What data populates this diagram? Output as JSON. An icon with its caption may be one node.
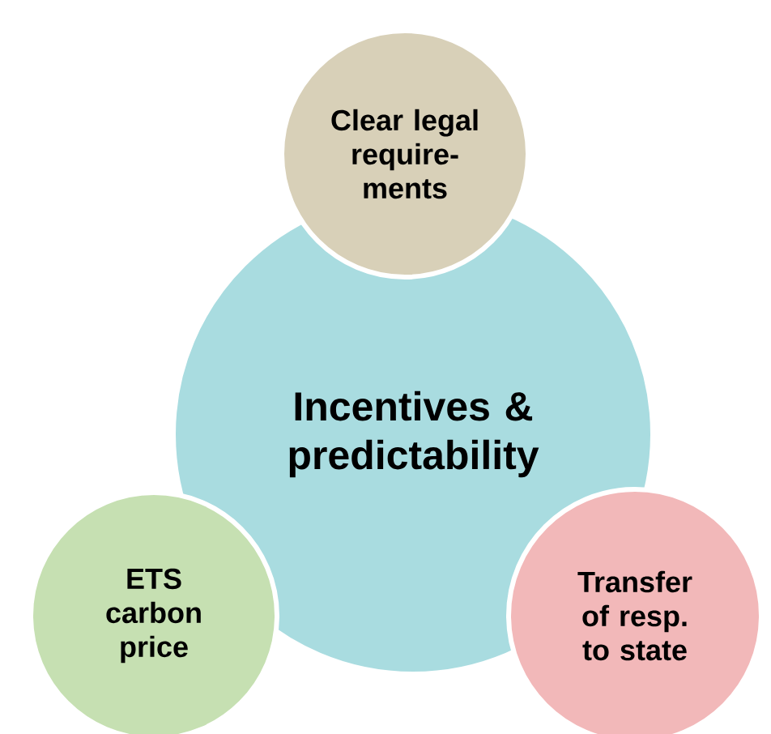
{
  "diagram": {
    "nodes": [
      {
        "text": [
          "Clear legal require-ments"
        ]
      },
      {
        "text": [
          "Incentives & predictability"
        ]
      },
      {
        "text": [
          "ETS carbon price"
        ]
      },
      {
        "text": [
          "Transfer of resp. to state"
        ]
      }
    ]
  }
}
